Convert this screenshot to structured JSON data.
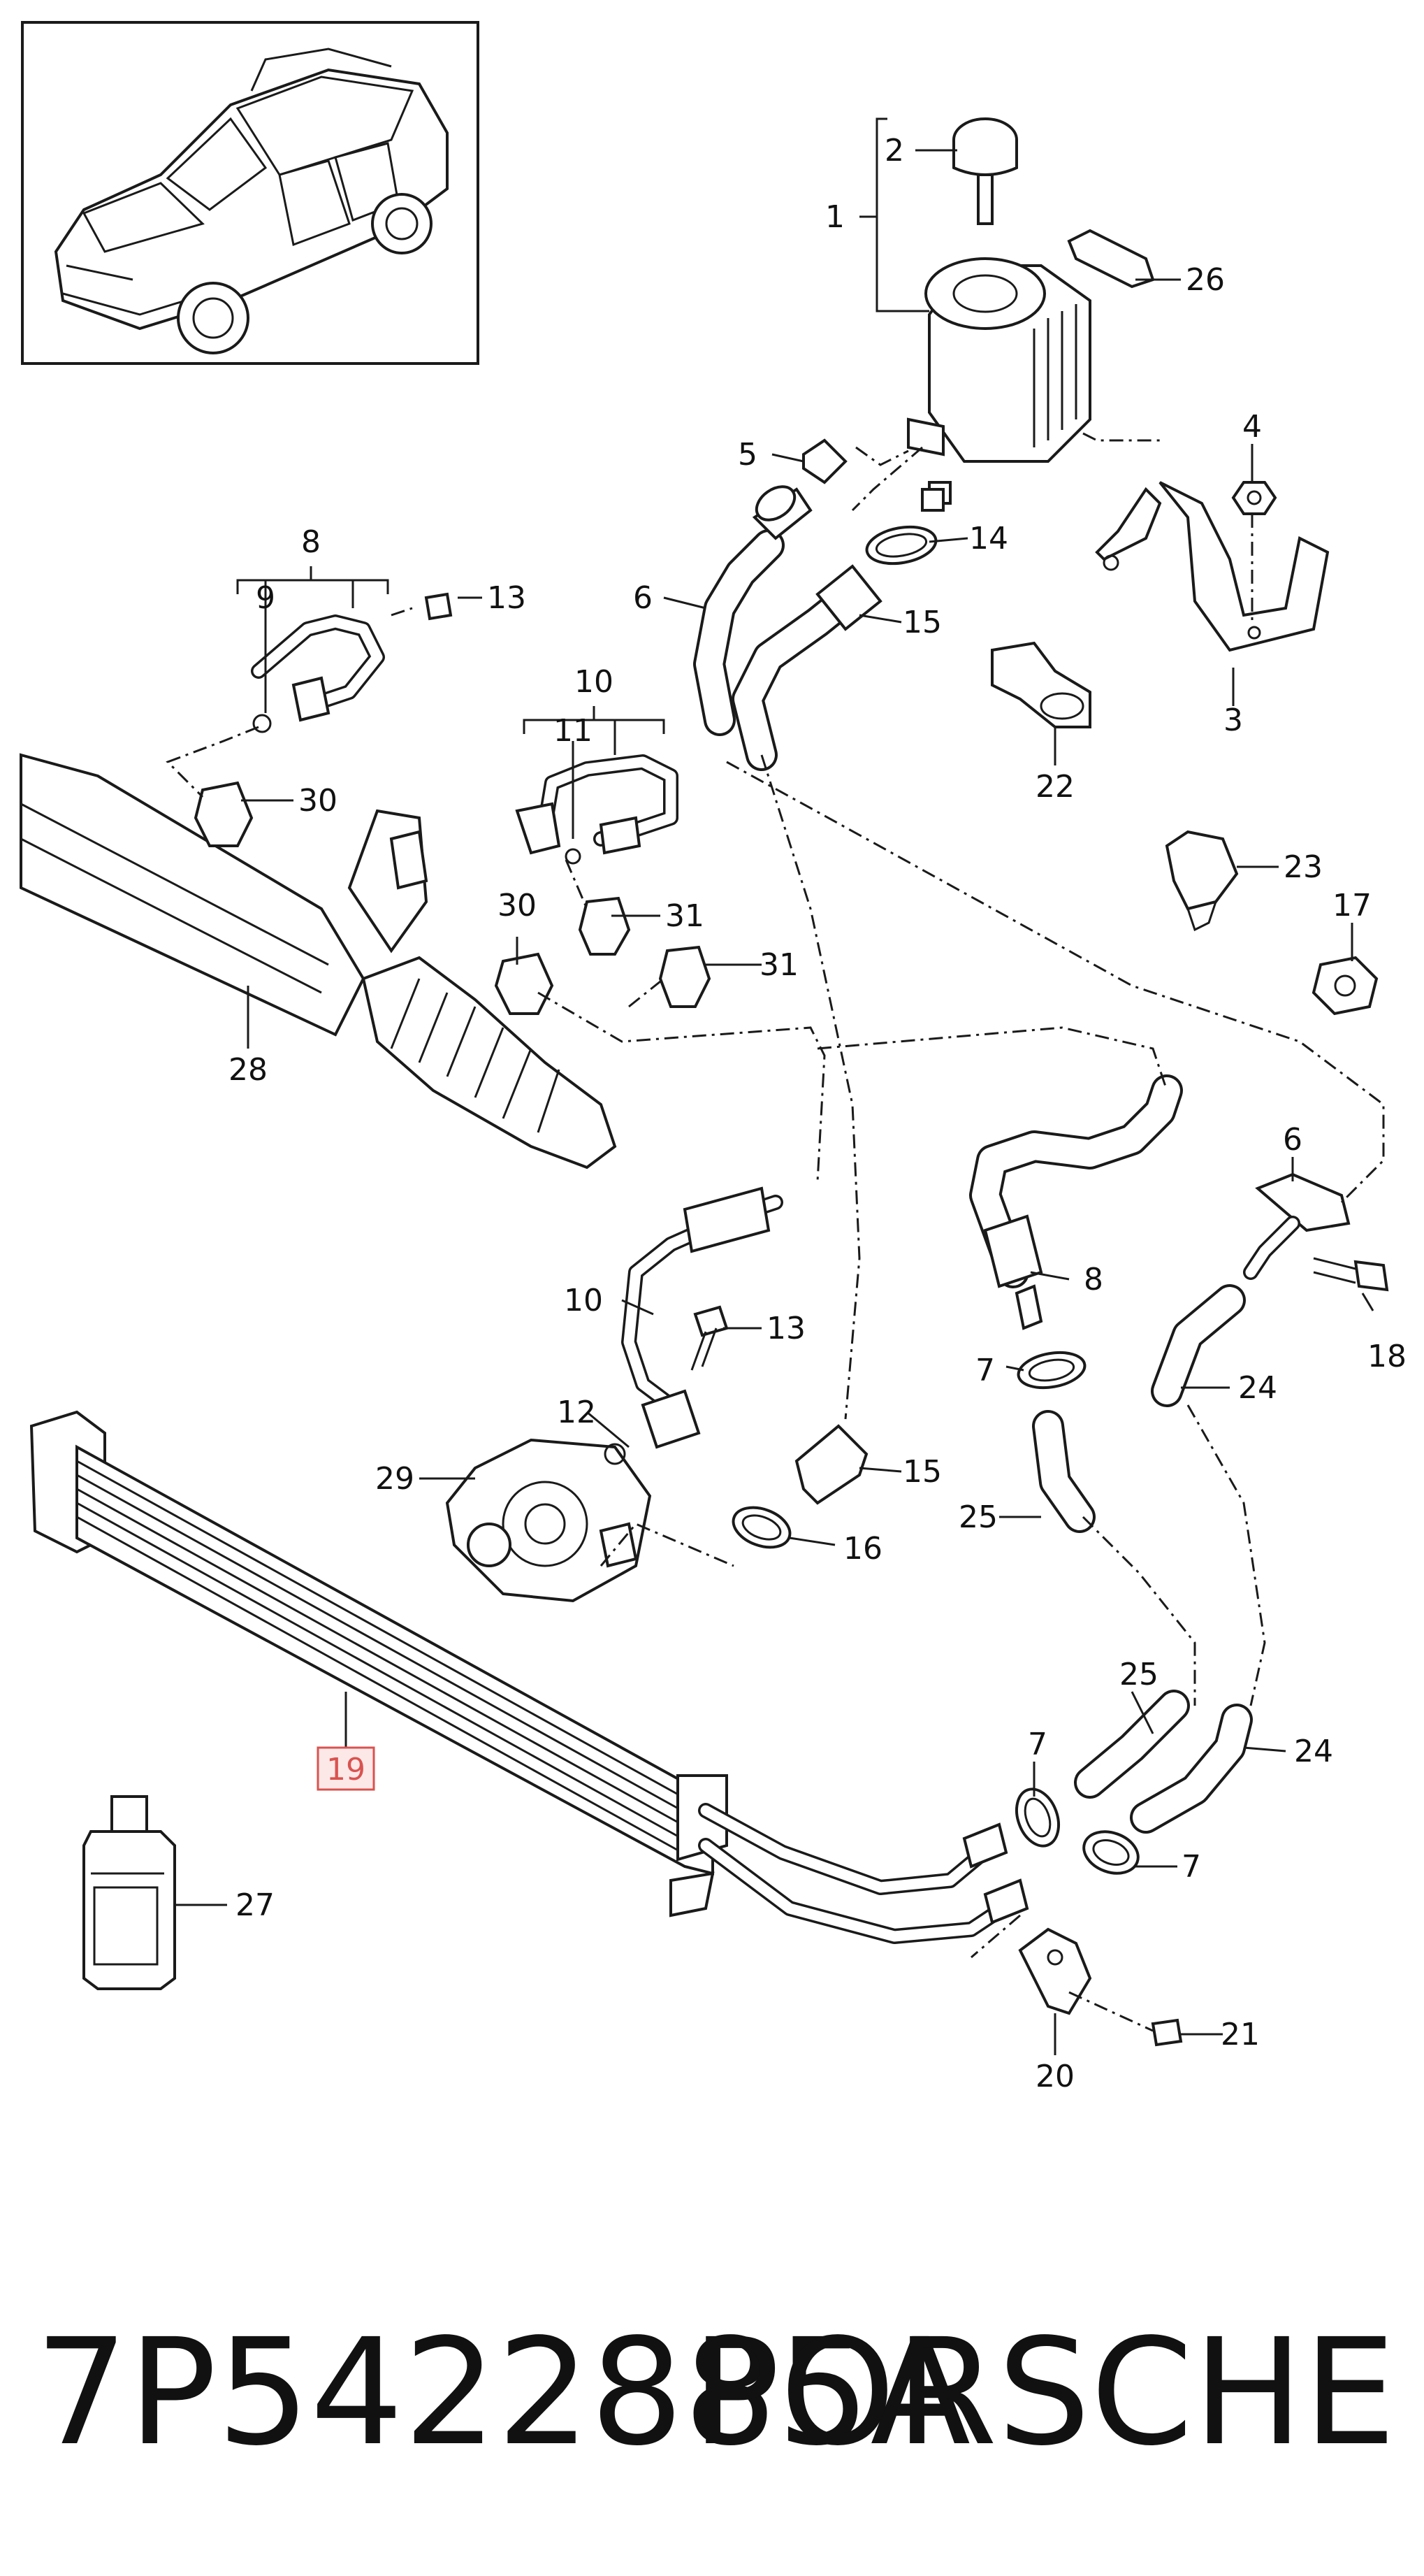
{
  "footer": {
    "part_number": "7P5422885A",
    "brand": "PORSCHE"
  },
  "highlighted_callout": "19",
  "highlight_color": "#d9534f",
  "callouts": [
    {
      "id": "c1",
      "label": "1"
    },
    {
      "id": "c2",
      "label": "2"
    },
    {
      "id": "c26",
      "label": "26"
    },
    {
      "id": "c4",
      "label": "4"
    },
    {
      "id": "c3",
      "label": "3"
    },
    {
      "id": "c5",
      "label": "5"
    },
    {
      "id": "c14",
      "label": "14"
    },
    {
      "id": "c6a",
      "label": "6"
    },
    {
      "id": "c15a",
      "label": "15"
    },
    {
      "id": "c8a",
      "label": "8"
    },
    {
      "id": "c9",
      "label": "9"
    },
    {
      "id": "c13a",
      "label": "13"
    },
    {
      "id": "c10a",
      "label": "10"
    },
    {
      "id": "c11",
      "label": "11"
    },
    {
      "id": "c22",
      "label": "22"
    },
    {
      "id": "c30a",
      "label": "30"
    },
    {
      "id": "c23",
      "label": "23"
    },
    {
      "id": "c17",
      "label": "17"
    },
    {
      "id": "c30b",
      "label": "30"
    },
    {
      "id": "c31a",
      "label": "31"
    },
    {
      "id": "c31b",
      "label": "31"
    },
    {
      "id": "c28",
      "label": "28"
    },
    {
      "id": "c6b",
      "label": "6"
    },
    {
      "id": "c8b",
      "label": "8"
    },
    {
      "id": "c10b",
      "label": "10"
    },
    {
      "id": "c13b",
      "label": "13"
    },
    {
      "id": "c18",
      "label": "18"
    },
    {
      "id": "c7a",
      "label": "7"
    },
    {
      "id": "c24a",
      "label": "24"
    },
    {
      "id": "c12",
      "label": "12"
    },
    {
      "id": "c29",
      "label": "29"
    },
    {
      "id": "c15b",
      "label": "15"
    },
    {
      "id": "c25a",
      "label": "25"
    },
    {
      "id": "c16",
      "label": "16"
    },
    {
      "id": "c25b",
      "label": "25"
    },
    {
      "id": "c7b",
      "label": "7"
    },
    {
      "id": "c24b",
      "label": "24"
    },
    {
      "id": "c19",
      "label": "19"
    },
    {
      "id": "c7c",
      "label": "7"
    },
    {
      "id": "c27",
      "label": "27"
    },
    {
      "id": "c21",
      "label": "21"
    },
    {
      "id": "c20",
      "label": "20"
    }
  ]
}
